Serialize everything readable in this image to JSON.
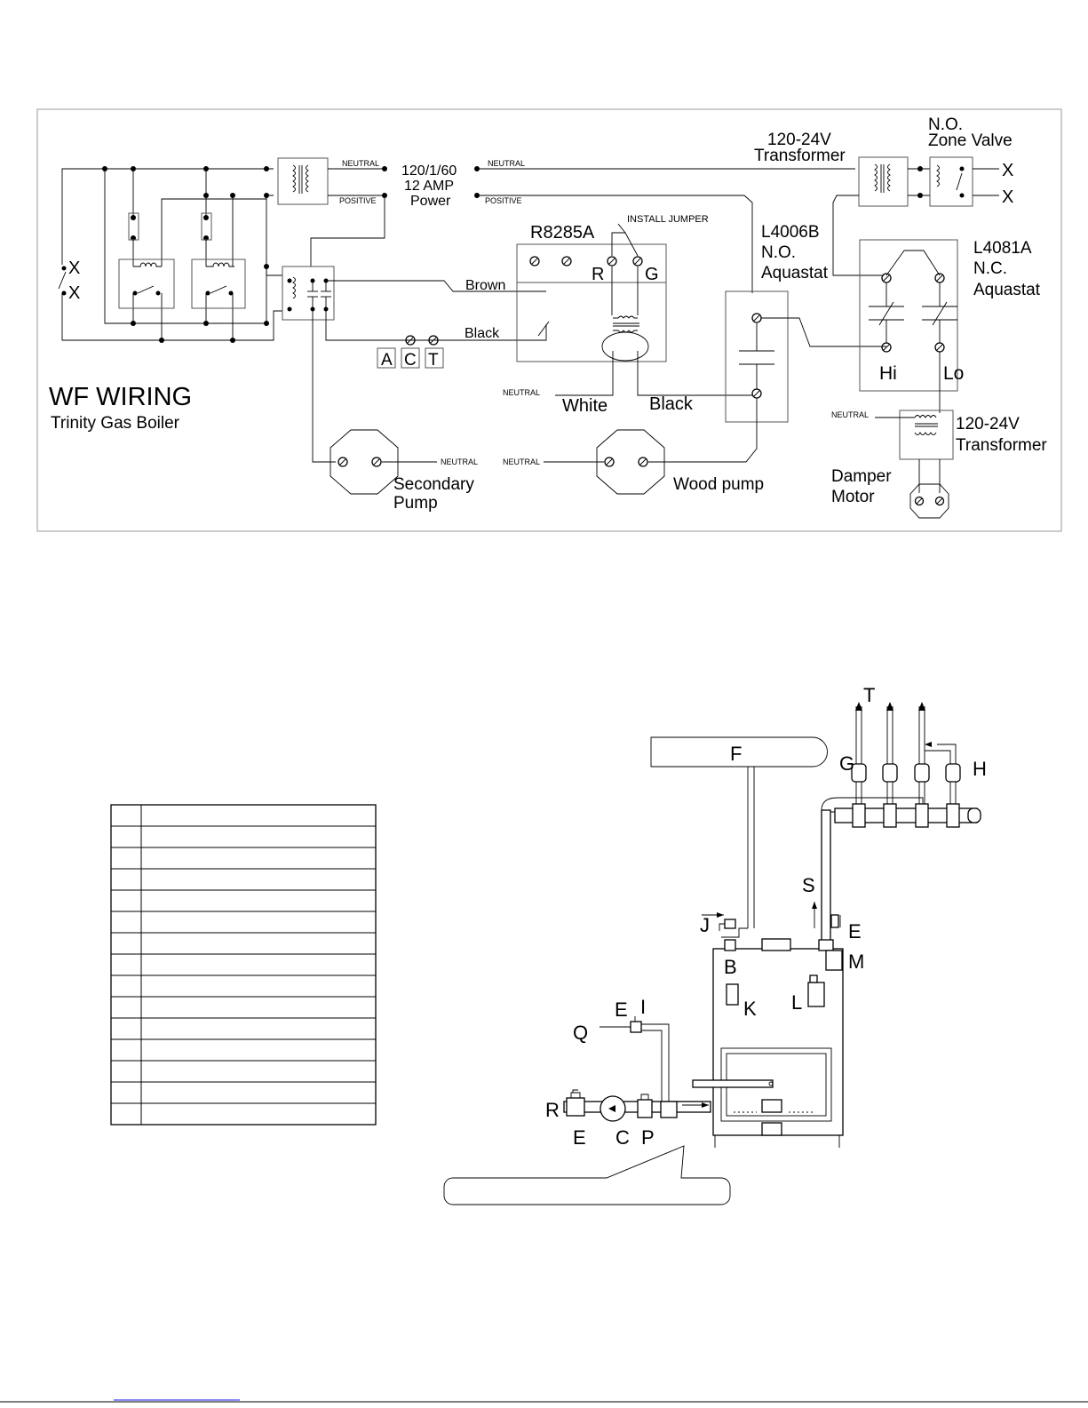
{
  "wiring": {
    "title": "WF WIRING",
    "subtitle": "Trinity Gas Boiler",
    "neutral": "NEUTRAL",
    "positive": "POSITIVE",
    "power_line1": "120/1/60",
    "power_line2": "12 AMP",
    "power_line3": "Power",
    "transformer_a_line1": "120-24V",
    "transformer_a_line2": "Transformer",
    "zone_valve_line1": "N.O.",
    "zone_valve_line2": "Zone Valve",
    "terminal_x": "X",
    "relay": "R8285A",
    "install_jumper": "INSTALL JUMPER",
    "relay_r": "R",
    "relay_g": "G",
    "brown": "Brown",
    "black": "Black",
    "white": "White",
    "black2": "Black",
    "act_a": "A",
    "act_c": "C",
    "act_t": "T",
    "l4006b_line1": "L4006B",
    "l4006b_line2": "N.O.",
    "l4006b_line3": "Aquastat",
    "l4081a_line1": "L4081A",
    "l4081a_line2": "N.C.",
    "l4081a_line3": "Aquastat",
    "hi": "Hi",
    "lo": "Lo",
    "transformer_b_line1": "120-24V",
    "transformer_b_line2": "Transformer",
    "damper_line1": "Damper",
    "damper_line2": "Motor",
    "secondary_line1": "Secondary",
    "secondary_line2": "Pump",
    "wood_pump": "Wood pump"
  },
  "piping": {
    "labels": {
      "T": "T",
      "F": "F",
      "G": "G",
      "H": "H",
      "S": "S",
      "J": "J",
      "E_top": "E",
      "B": "B",
      "M": "M",
      "K": "K",
      "L": "L",
      "E_mid": "E",
      "I": "I",
      "Q": "Q",
      "R": "R",
      "E_bot": "E",
      "C": "C",
      "P": "P"
    },
    "legend_rows": 15
  }
}
